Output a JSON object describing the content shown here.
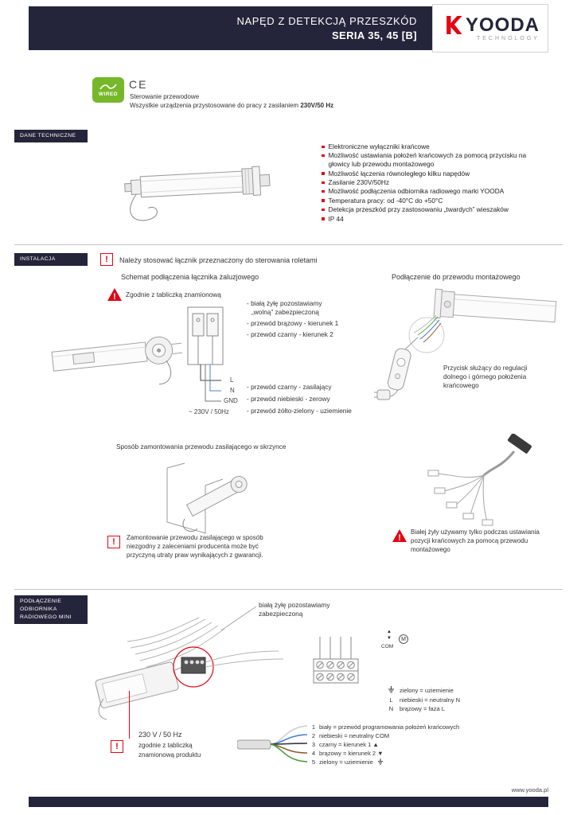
{
  "colors": {
    "navy": "#24243a",
    "red": "#e30613",
    "green": "#76b82a"
  },
  "icons": {
    "exclamation": "!"
  },
  "header": {
    "title_line1": "NAPĘD Z DETEKCJĄ PRZESZKÓD",
    "title_line2": "SERIA 35, 45 [B]",
    "logo_brand": "YOODA",
    "logo_sub": "TECHNOLOGY"
  },
  "intro": {
    "wired_badge": "WIRED",
    "ce_mark": "CE",
    "line1": "Sterowanie przewodowe",
    "line2_text": "Wszystkie urządzenia przystosowane do pracy z zasilaniem",
    "line2_bold": "230V/50 Hz"
  },
  "section_labels": {
    "dane": "DANE TECHNICZNE",
    "instalacja": "INSTALACJA",
    "radio_line1": "PODŁĄCZENIE",
    "radio_line2": "ODBIORNIKA",
    "radio_line3": "RADIOWEGO MINI"
  },
  "dane_techniczne": {
    "bullets": [
      "Elektroniczne wyłączniki krańcowe",
      "Możliwość ustawiania położeń krańcowych za pomocą przycisku na głowicy lub przewodu montażowego",
      "Możliwość łączenia równoległego kilku napędów",
      "Zasilanie 230V/50Hz",
      "Możliwość podłączenia odbiornika radiowego marki YOODA",
      "Temperatura pracy: od -40°C do +50°C",
      "Detekcja przeszkód przy zastosowaniu „twardych” wieszaków",
      "IP 44"
    ]
  },
  "instalacja": {
    "warning_top": "Należy stosować łącznik przeznaczony do sterowania roletami",
    "left_heading": "Schemat podłączenia łącznika żaluzjowego",
    "right_heading": "Podłączenie do przewodu montażowego",
    "nameplate_note": "Zgodnie z tabliczką znamionową",
    "note_white_1": "- białą żyłę pozostawiamy",
    "note_white_2": "„wolną” zabezpieczoną",
    "note_brown": "- przewód brązowy - kierunek 1",
    "note_black_dir": "- przewód czarny - kierunek 2",
    "note_black_supply": "- przewód czarny - zasilający",
    "note_blue": "- przewód niebieski - zerowy",
    "note_yellow_green": "- przewód żółto-zielony - uziemienie",
    "label_l": "L",
    "label_n": "N",
    "label_gnd": "GND",
    "label_supply": "~ 230V / 50Hz",
    "button_note_1": "Przycisk służący do regulacji",
    "button_note_2": "dolnego i górnego położenia",
    "button_note_3": "krańcowego",
    "box_heading": "Sposób zamontowania przewodu zasilającego w skrzynce",
    "warning_left_1": "Zamontowanie przewodu zasilającego w sposób",
    "warning_left_2": "niezgodny z zaleceniami producenta może być",
    "warning_left_3": "przyczyną utraty praw wynikających z gwarancji.",
    "warning_right_1": "Białej żyły używamy tylko podczas ustawiania",
    "warning_right_2": "pozycji krańcowych za pomocą przewodu",
    "warning_right_3": "montażowego"
  },
  "radio_mini": {
    "note_top_1": "białą żyłę pozostawiamy",
    "note_top_2": "zabezpieczoną",
    "up_arrow": "▲",
    "down_arrow": "▼",
    "com_label": "COM",
    "motor_symbol": "M",
    "legend": [
      {
        "symbol": "",
        "text": "zielony = uziemienie"
      },
      {
        "symbol": "L",
        "text": "niebieski = neutralny N"
      },
      {
        "symbol": "N",
        "text": "brązowy = faza L"
      }
    ],
    "wires": [
      {
        "num": "1",
        "text": "biały = przewód programowania położeń krańcowych"
      },
      {
        "num": "2",
        "text": "niebieski = neutralny COM"
      },
      {
        "num": "3",
        "text": "czarny = kierunek 1 ▲"
      },
      {
        "num": "4",
        "text": "brązowy = kierunek 2 ▼"
      },
      {
        "num": "5",
        "text": "zielony = uziemienie"
      }
    ],
    "supply_1": "230 V / 50 Hz",
    "supply_2": "zgodnie z tabliczką",
    "supply_3": "znamionową produktu"
  },
  "footer": {
    "url": "www.yooda.pl"
  }
}
